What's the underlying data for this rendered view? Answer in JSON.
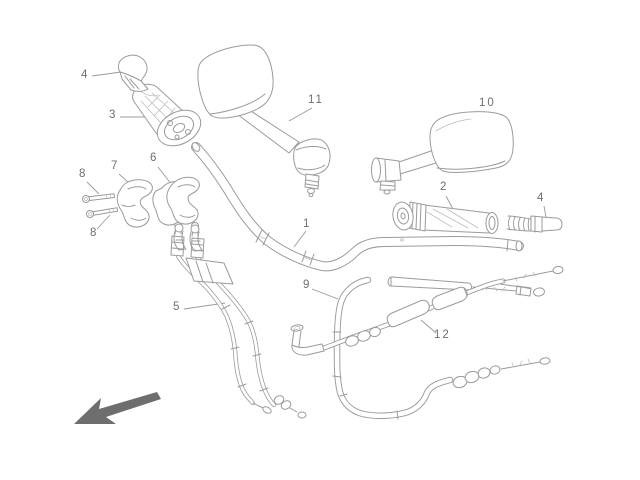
{
  "colors": {
    "background": "#ffffff",
    "line": "#9b9b9b",
    "line_light": "#bdbdbd",
    "label": "#6f6f6f",
    "arrow": "#6e6e6e"
  },
  "figure": {
    "kind": "exploded-parts-diagram",
    "direction_indicator": "front-arrow"
  },
  "callouts": [
    {
      "part": "bar-end-weight-left",
      "text": "4"
    },
    {
      "part": "grip",
      "text": "3"
    },
    {
      "part": "mirror-left",
      "text": "11"
    },
    {
      "part": "mirror-right",
      "text": "10"
    },
    {
      "part": "throttle-tube",
      "text": "2"
    },
    {
      "part": "bar-end-weight-right",
      "text": "4"
    },
    {
      "part": "holder-upper",
      "text": "7"
    },
    {
      "part": "holder-lower",
      "text": "6"
    },
    {
      "part": "screw-upper",
      "text": "8"
    },
    {
      "part": "screw-lower",
      "text": "8"
    },
    {
      "part": "handlebar",
      "text": "1"
    },
    {
      "part": "cables-left-pair",
      "text": "5"
    },
    {
      "part": "cable-large",
      "text": "9"
    },
    {
      "part": "cable-throttle",
      "text": "12"
    }
  ]
}
